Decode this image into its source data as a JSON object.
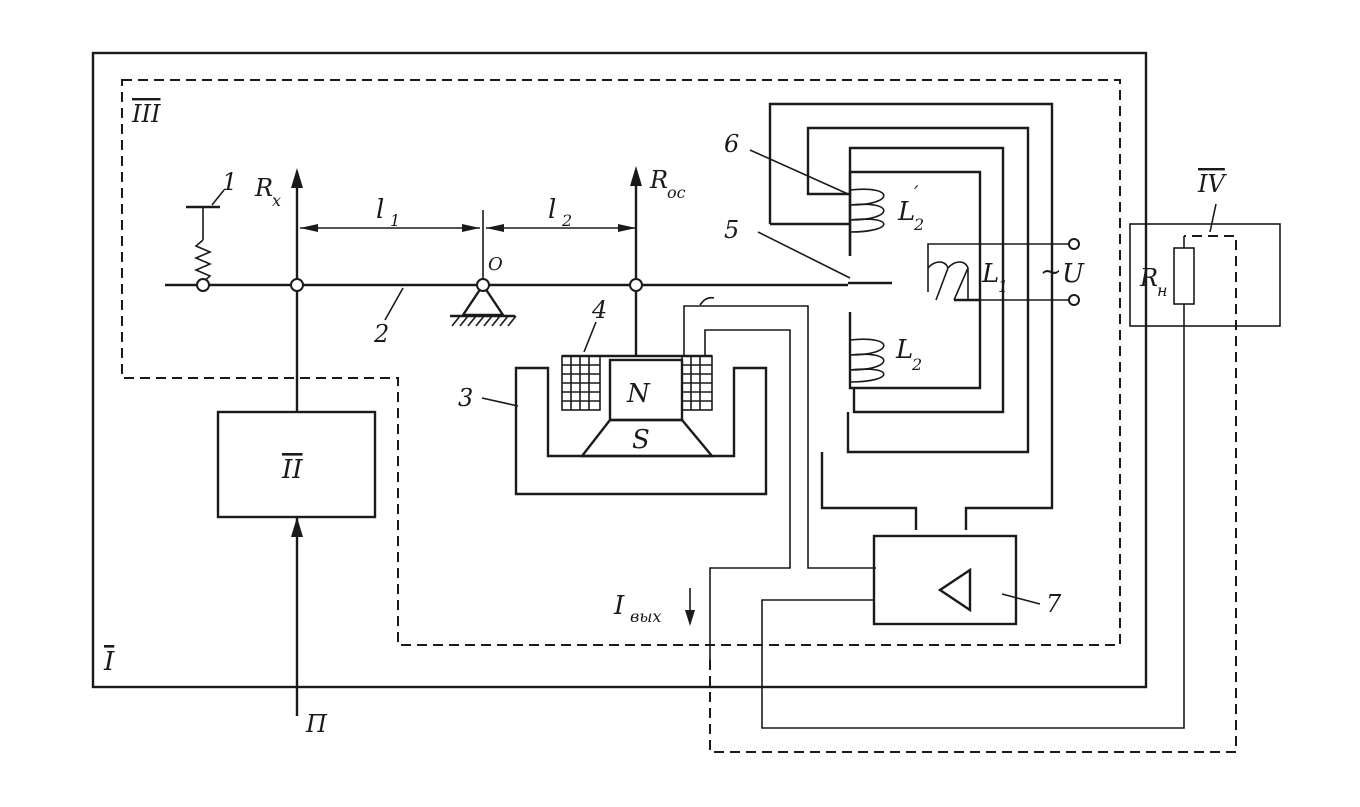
{
  "labels": {
    "zone_I": "I",
    "zone_II": "II",
    "zone_III": "III",
    "zone_IV": "IV",
    "n1": "1",
    "n2": "2",
    "n3": "3",
    "n4": "4",
    "n5": "5",
    "n6": "6",
    "n7": "7",
    "Rx": "R",
    "Rx_sub": "x",
    "Roc": "R",
    "Roc_sub": "ос",
    "l1": "l",
    "l1_sub": "1",
    "l2": "l",
    "l2_sub": "2",
    "O": "O",
    "N": "N",
    "S": "S",
    "L2p": "L",
    "L2p_sub": "2",
    "L2p_prime": "′",
    "L2": "L",
    "L2_sub": "2",
    "L1": "L",
    "L1_sub": "1",
    "tilde": "~",
    "U": "U",
    "Rn": "R",
    "Rn_sub": "н",
    "Iout": "I",
    "Iout_sub": "вых",
    "P": "П"
  }
}
